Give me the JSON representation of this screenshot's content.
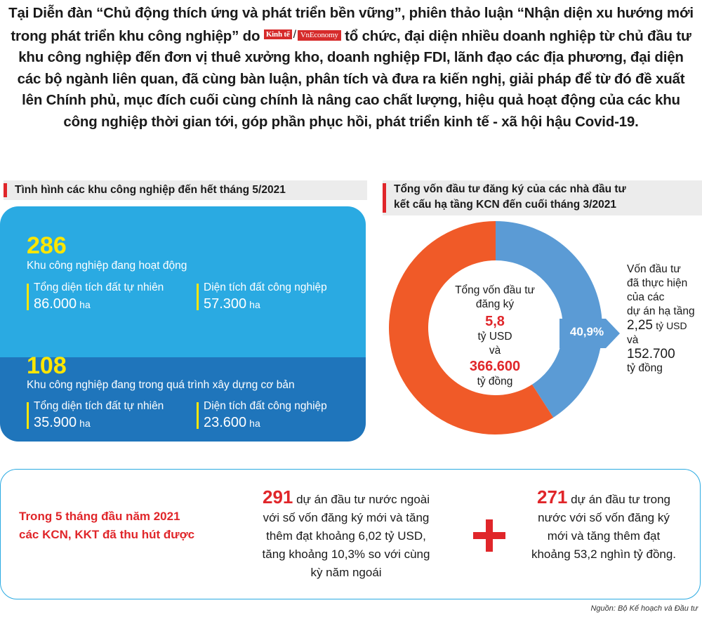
{
  "intro": {
    "part1": "Tại Diễn đàn “Chủ động thích ứng và phát triển bền vững”, phiên thảo luận “Nhận diện xu hướng mới trong phát triển khu công nghiệp” do ",
    "logo1": "Kinh tế",
    "slash": "/",
    "logo2": "VnEconomy",
    "part2": " tổ chức, đại diện nhiều doanh nghiệp từ chủ đầu tư khu công nghiệp đến đơn vị thuê xưởng kho, doanh nghiệp FDI, lãnh đạo các địa phương, đại diện các bộ ngành liên quan, đã cùng bàn luận, phân tích và đưa ra kiến nghị, giải pháp để từ đó đề xuất lên Chính phủ, mục đích cuối cùng chính là nâng cao chất lượng, hiệu quả hoạt động của các khu công nghiệp thời gian tới, góp phần phục hồi, phát triển kinh tế - xã hội hậu Covid-19."
  },
  "left_section": {
    "title": "Tình hình các khu công nghiệp đến hết tháng 5/2021",
    "operating": {
      "count": "286",
      "label": "Khu công nghiệp đang hoạt động",
      "natural_area_label": "Tổng diện tích đất tự nhiên",
      "natural_area_value": "86.000",
      "industrial_area_label": "Diện tích đất công nghiệp",
      "industrial_area_value": "57.300",
      "unit": "ha"
    },
    "building": {
      "count": "108",
      "label": "Khu công nghiệp đang trong quá trình xây dựng cơ bản",
      "natural_area_label": "Tổng diện tích đất tự nhiên",
      "natural_area_value": "35.900",
      "industrial_area_label": "Diện tích đất công nghiệp",
      "industrial_area_value": "23.600",
      "unit": "ha"
    }
  },
  "right_section": {
    "title_line1": "Tổng vốn đầu tư đăng ký của các nhà đầu tư",
    "title_line2": "kết cấu hạ tầng KCN đến cuối tháng 3/2021",
    "donut_center": {
      "line1": "Tổng vốn đầu tư",
      "line2": "đăng ký",
      "usd_value": "5,8",
      "usd_unit": "tỷ USD",
      "and": "và",
      "vnd_value": "366.600",
      "vnd_unit": "tỷ đồng"
    },
    "percent_label": "40,9%",
    "realized": {
      "line1": "Vốn đầu tư",
      "line2": "đã thực hiện",
      "line3": "của các",
      "line4": "dự án hạ tầng",
      "usd_value": "2,25",
      "usd_unit": "tỷ USD",
      "and": "và",
      "vnd_value": "152.700",
      "vnd_unit": "tỷ đồng"
    },
    "colors": {
      "realized": "#5b9bd5",
      "remaining": "#f05a28"
    }
  },
  "chart_data": {
    "type": "pie",
    "labels": [
      "",
      ""
    ],
    "values": [
      40.9,
      59.1
    ],
    "title": "Tổng vốn đầu tư đăng ký của các nhà đầu tư kết cấu hạ tầng KCN đến cuối tháng 3/2021"
  },
  "bottom": {
    "lead_line1": "Trong 5 tháng đầu năm 2021",
    "lead_line2": "các KCN, KKT đã thu hút được",
    "foreign": {
      "num": "291",
      "line1": " dự án đầu tư nước ngoài",
      "line2": "với số vốn đăng ký mới và tăng",
      "line3": "thêm đạt khoảng 6,02 tỷ USD,",
      "line4": "tăng khoảng 10,3% so với cùng",
      "line5": "kỳ năm ngoái"
    },
    "domestic": {
      "num": "271",
      "line1": " dự án đầu tư trong",
      "line2": "nước với số vốn đăng ký",
      "line3": "mới và tăng thêm đạt",
      "line4": "khoảng 53,2 nghìn tỷ đồng."
    }
  },
  "source": "Nguồn: Bộ Kế hoạch và Đầu tư",
  "theme": {
    "blue_light": "#2aaae2",
    "blue_dark": "#1f75bb",
    "yellow": "#ffe600",
    "red": "#e0262a"
  }
}
